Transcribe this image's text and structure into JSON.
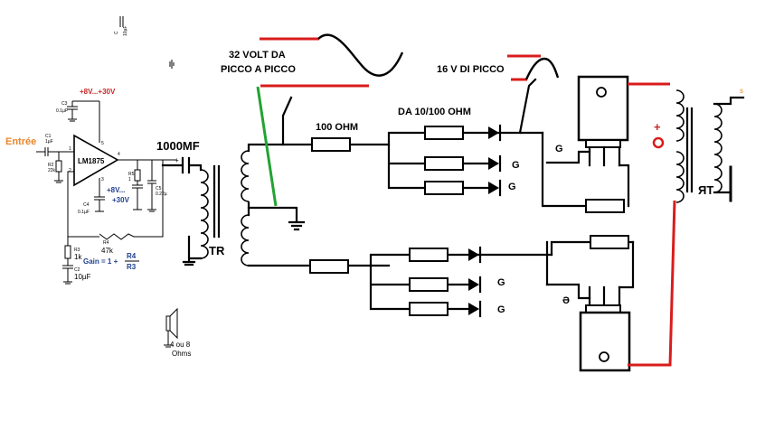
{
  "labels": {
    "entree": "Entrée",
    "supply_top": "+8V...+30V",
    "supply_mid_1": "+8V...",
    "supply_mid_2": "+30V",
    "chip": "LM1875",
    "cap_1000mf": "1000MF",
    "tr_left": "TR",
    "tr_right": "ЯT",
    "gain_formula_1": "Gain = 1 +",
    "gain_r4": "R4",
    "gain_r3": "R3",
    "volt_32_line1": "32 VOLT DA",
    "volt_32_line2": "PICCO A PICCO",
    "res_100": "100 OHM",
    "res_range": "DA 10/100 OHM",
    "volt_16": "16 V DI PICCO",
    "gate_g": "G",
    "gate_g_mirror": "Ә",
    "speaker_1": "4 ou 8",
    "speaker_2": "Ohms",
    "r4_value": "47k",
    "r3_value": "1k",
    "c2_value": "10µF",
    "top_cap_value": "10µF",
    "plus_sign": "+",
    "r3_name": "R3",
    "r4_name": "R4",
    "c2_name": "C2",
    "c1_name": "C1",
    "c1_value": "1µF",
    "c3_name": "C3",
    "c3_value": "0.1µF",
    "c4_name": "C4",
    "c4_value": "0.1µF",
    "c5_name": "C5",
    "c5_value": "0.22µ",
    "r2_name": "R2",
    "r2_value": "22k",
    "r5_name": "R5",
    "r5_value": "1",
    "top_cap_name": "C",
    "pin_1": "1",
    "pin_2": "2",
    "pin_3": "3",
    "pin_4": "4",
    "pin_5": "5",
    "right_edge_s": "s"
  },
  "colors": {
    "wire": "#000000",
    "highlight_red": "#d91c1c",
    "highlight_green": "#22a332",
    "label_red": "#c62828",
    "label_blue": "#1f3f8f",
    "label_orange": "#e8862a"
  }
}
